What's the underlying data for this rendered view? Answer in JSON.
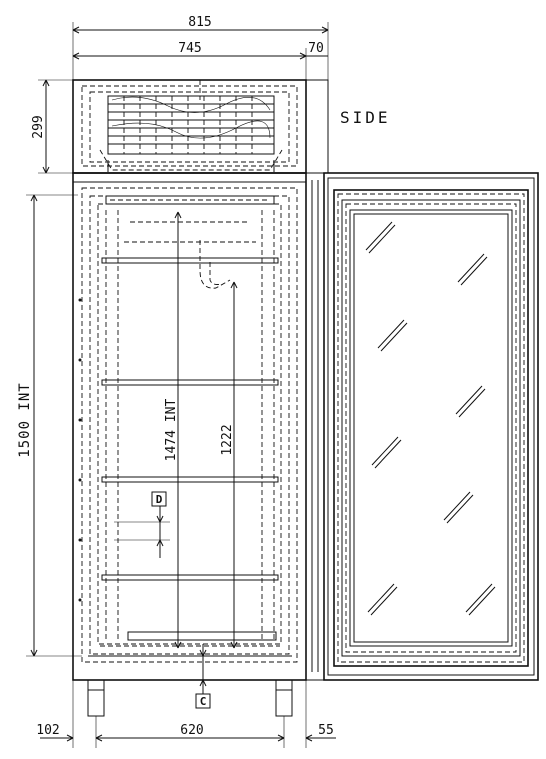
{
  "dimensions": {
    "overall_width": "815",
    "cabinet_width": "745",
    "side_offset": "70",
    "top_unit_height": "299",
    "interior_height": "1500 INT",
    "interior_height_2": "1474 INT",
    "shelf_span": "1222",
    "leg_offset_left": "102",
    "leg_spacing": "620",
    "leg_offset_right": "55"
  },
  "labels": {
    "side": "SIDE",
    "detail_d": "D",
    "detail_c": "C"
  }
}
